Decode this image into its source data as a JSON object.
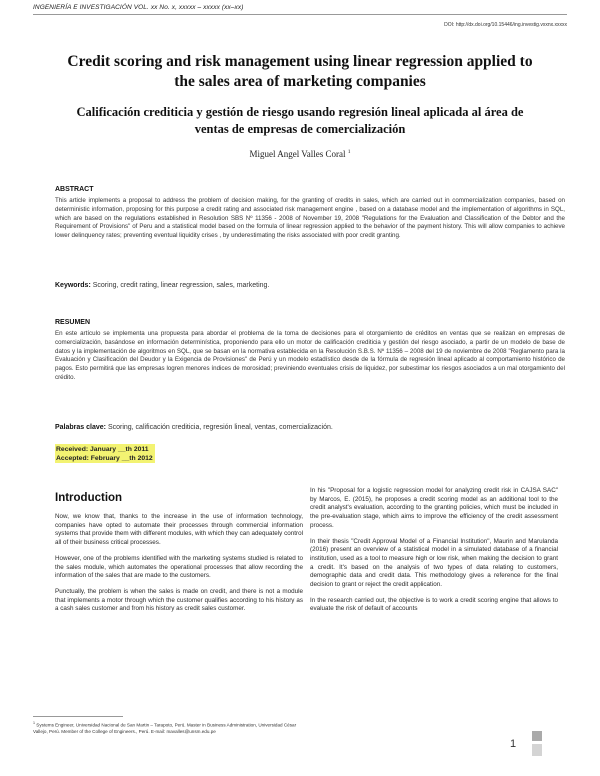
{
  "header": {
    "journal": "INGENIERÍA E INVESTIGACIÓN VOL. xx No. x, xxxxx – xxxxx (xx–xx)",
    "doi": "DOI: http://dx.doi.org/10.15446/ing.investig.vxxnx.xxxxx"
  },
  "title_en": "Credit scoring and risk management using linear regression applied to the sales area of marketing companies",
  "title_es": "Calificación crediticia y gestión de riesgo usando regresión lineal aplicada al área de ventas de empresas de comercialización",
  "author": {
    "name": "Miguel Angel Valles Coral",
    "mark": "1"
  },
  "abstract": {
    "label": "ABSTRACT",
    "text": "This article implements a proposal to address the problem of decision making, for the granting of credits in sales, which are carried out in commercialization companies, based on deterministic information, proposing for this purpose a credit rating and associated risk management engine , based on a database model and the implementation of algorithms in SQL, which are based on the regulations established in Resolution SBS Nº 11356 - 2008 of November 19, 2008 \"Regulations for the Evaluation and Classification of the Debtor and the Requirement of Provisions\" of Peru and a statistical model based on the formula of linear regression applied to the behavior of the payment history. This will allow companies to achieve lower delinquency rates; preventing eventual liquidity crises , by underestimating the risks associated with poor credit granting.",
    "keywords_label": "Keywords:",
    "keywords": "Scoring, credit rating, linear regression, sales, marketing."
  },
  "resumen": {
    "label": "RESUMEN",
    "text": "En este artículo se implementa una propuesta para abordar el problema de la toma de decisiones para el otorgamiento de créditos en ventas que se realizan en empresas de comercialización, basándose en información determinística, proponiendo para ello un motor de calificación crediticia y gestión del riesgo asociado, a partir de un modelo de base de datos y la implementación de algoritmos en SQL, que se basan en la normativa establecida en la Resolución S.B.S. Nº 11356 – 2008 del 19 de noviembre de 2008 \"Reglamento para la Evaluación y Clasificación del Deudor y la Exigencia de Provisiones\" de Perú y un modelo estadístico desde de la fórmula de regresión lineal aplicado al comportamiento histórico de pagos. Esto permitirá que las empresas logren menores índices de morosidad; previniendo eventuales crisis de liquidez, por subestimar los riesgos asociados a un mal otorgamiento del crédito.",
    "keywords_label": "Palabras clave:",
    "keywords": "Scoring, calificación crediticia, regresión lineal, ventas, comercialización."
  },
  "dates": {
    "received": "Received: January __th 2011",
    "accepted": "Accepted: February __th 2012"
  },
  "intro": {
    "heading": "Introduction",
    "left": [
      "Now, we know that, thanks to the increase in the use of information technology, companies have opted to automate their processes through commercial information systems that provide them with different modules, with which they can adequately control all of their business critical processes.",
      "However, one of the problems identified with the marketing systems studied is related to the sales module, which automates the operational processes that allow recording the information of the sales that are made to the customers.",
      "Punctually, the problem is when the sales is made on credit, and there is not a module that implements a motor through which the customer qualifies according to his history as a cash sales customer and from his history as credit sales customer."
    ],
    "right": [
      "In his \"Proposal for a logistic regression model for analyzing credit risk in CAJSA SAC\" by Marcos, E. (2015), he proposes a credit scoring model as an additional tool to the credit analyst's evaluation, according to the granting policies, which must be included in the pre-evaluation stage, which aims to improve the efficiency of the credit assessment process.",
      "In their thesis \"Credit Approval Model of a Financial Institution\", Maurin and Marulanda (2016) present an overview of a statistical model in a simulated database of a financial institution, used as a tool to measure high or low risk, when making the decision to grant a credit. It's based on the analysis of two types of data relating to customers, demographic data and credit data. This methodology gives a reference for the final decision to grant or reject the credit application.",
      "In the research carried out, the objective is to work a credit scoring engine that allows to evaluate the risk of default of accounts"
    ]
  },
  "footnote": {
    "mark": "1",
    "text": "Systems Engineer, Universidad Nacional de San Martin – Tarapoto, Perú. Master in Business Administration, Universidad César Vallejo, Perú. Member of the College of Engineers., Perú. E-mail: mavalles@unsm.edu.pe"
  },
  "page_number": "1"
}
